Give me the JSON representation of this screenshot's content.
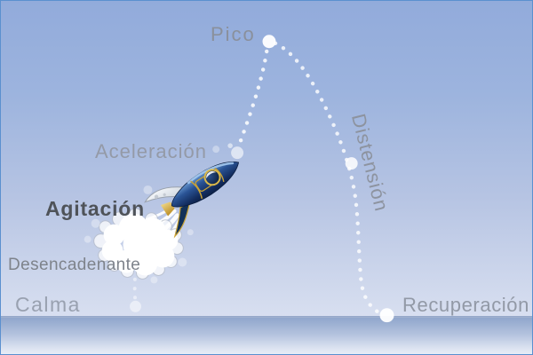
{
  "diagram": {
    "type": "escalation-curve-with-rocket",
    "phases": [
      {
        "id": "calma",
        "label": "Calma"
      },
      {
        "id": "desencadenante",
        "label": "Desencadenante"
      },
      {
        "id": "agitacion",
        "label": "Agitación"
      },
      {
        "id": "aceleracion",
        "label": "Aceleración"
      },
      {
        "id": "pico",
        "label": "Pico"
      },
      {
        "id": "distension",
        "label": "Distensión"
      },
      {
        "id": "recuperacion",
        "label": "Recuperación"
      }
    ],
    "icons": [
      "rocket-icon",
      "smoke-cloud",
      "dotted-trajectory"
    ]
  },
  "colors": {
    "sky_top": "#92abdb",
    "sky_bottom": "#d8dff0",
    "ground_top": "#90a6cc",
    "ground_bottom": "#e7ecf6",
    "horizon_line": "#7f96bd",
    "trail_dots": "#ffffff",
    "label_light": "#99a1b0",
    "label_medium": "#7e838b",
    "label_dark": "#4f5359",
    "rocket_body": "#1c3f7d",
    "rocket_trim": "#c9a235",
    "frame_border": "#5b90cf"
  }
}
